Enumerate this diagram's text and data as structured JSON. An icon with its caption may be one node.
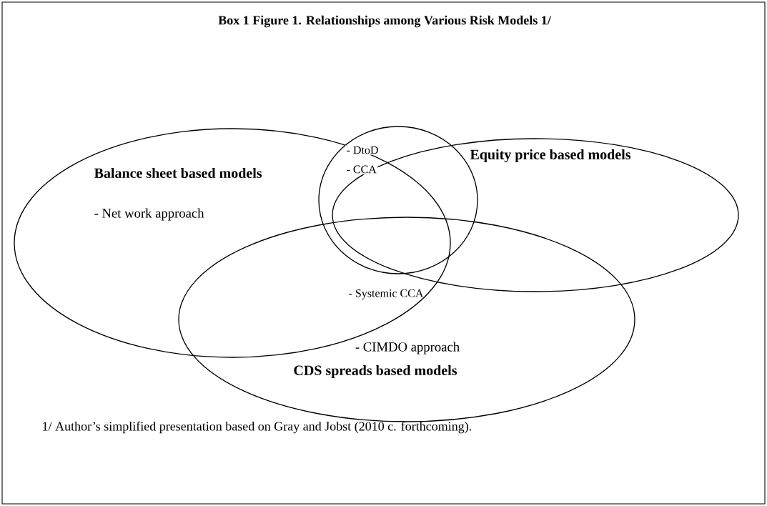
{
  "diagram": {
    "title": "Box 1 Figure 1. Relationships among Various Risk Models 1/",
    "caption": "1/ Author’s simplified presentation based on Gray and Jobst (2010 c. forthcoming).",
    "nodes": [
      {
        "text": [
          "Balance sheet based models",
          "- Net work approach"
        ]
      },
      {
        "text": [
          "Equity price based models"
        ]
      },
      {
        "text": [
          "- DtoD",
          "- CCA"
        ]
      },
      {
        "text": [
          "- CIMDO approach",
          "CDS spreads based models"
        ]
      }
    ],
    "labels": [
      "- Systemic CCA"
    ]
  }
}
